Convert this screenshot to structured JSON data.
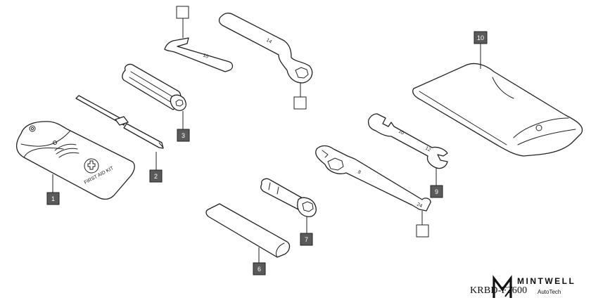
{
  "callouts": [
    {
      "label": "1",
      "filled": true
    },
    {
      "label": "2",
      "filled": true
    },
    {
      "label": "3",
      "filled": true
    },
    {
      "label": "",
      "filled": false
    },
    {
      "label": "",
      "filled": false
    },
    {
      "label": "6",
      "filled": true
    },
    {
      "label": "7",
      "filled": true
    },
    {
      "label": "",
      "filled": false
    },
    {
      "label": "9",
      "filled": true
    },
    {
      "label": "10",
      "filled": true
    }
  ],
  "pouch_text": "FIRST AID KIT",
  "tool_marks": {
    "hex_key": "10",
    "ring_spanner": "14",
    "open_spanner_a": "10",
    "open_spanner_b": "12",
    "combo_spanner_a": "8",
    "combo_spanner_b": "24"
  },
  "diagram_code": "KRBD-F2600",
  "brand": {
    "name": "MINTWELL",
    "tagline": "AutoTech"
  },
  "colors": {
    "callout_fill": "#5a5a5a",
    "line": "#222222",
    "background": "#ffffff"
  }
}
